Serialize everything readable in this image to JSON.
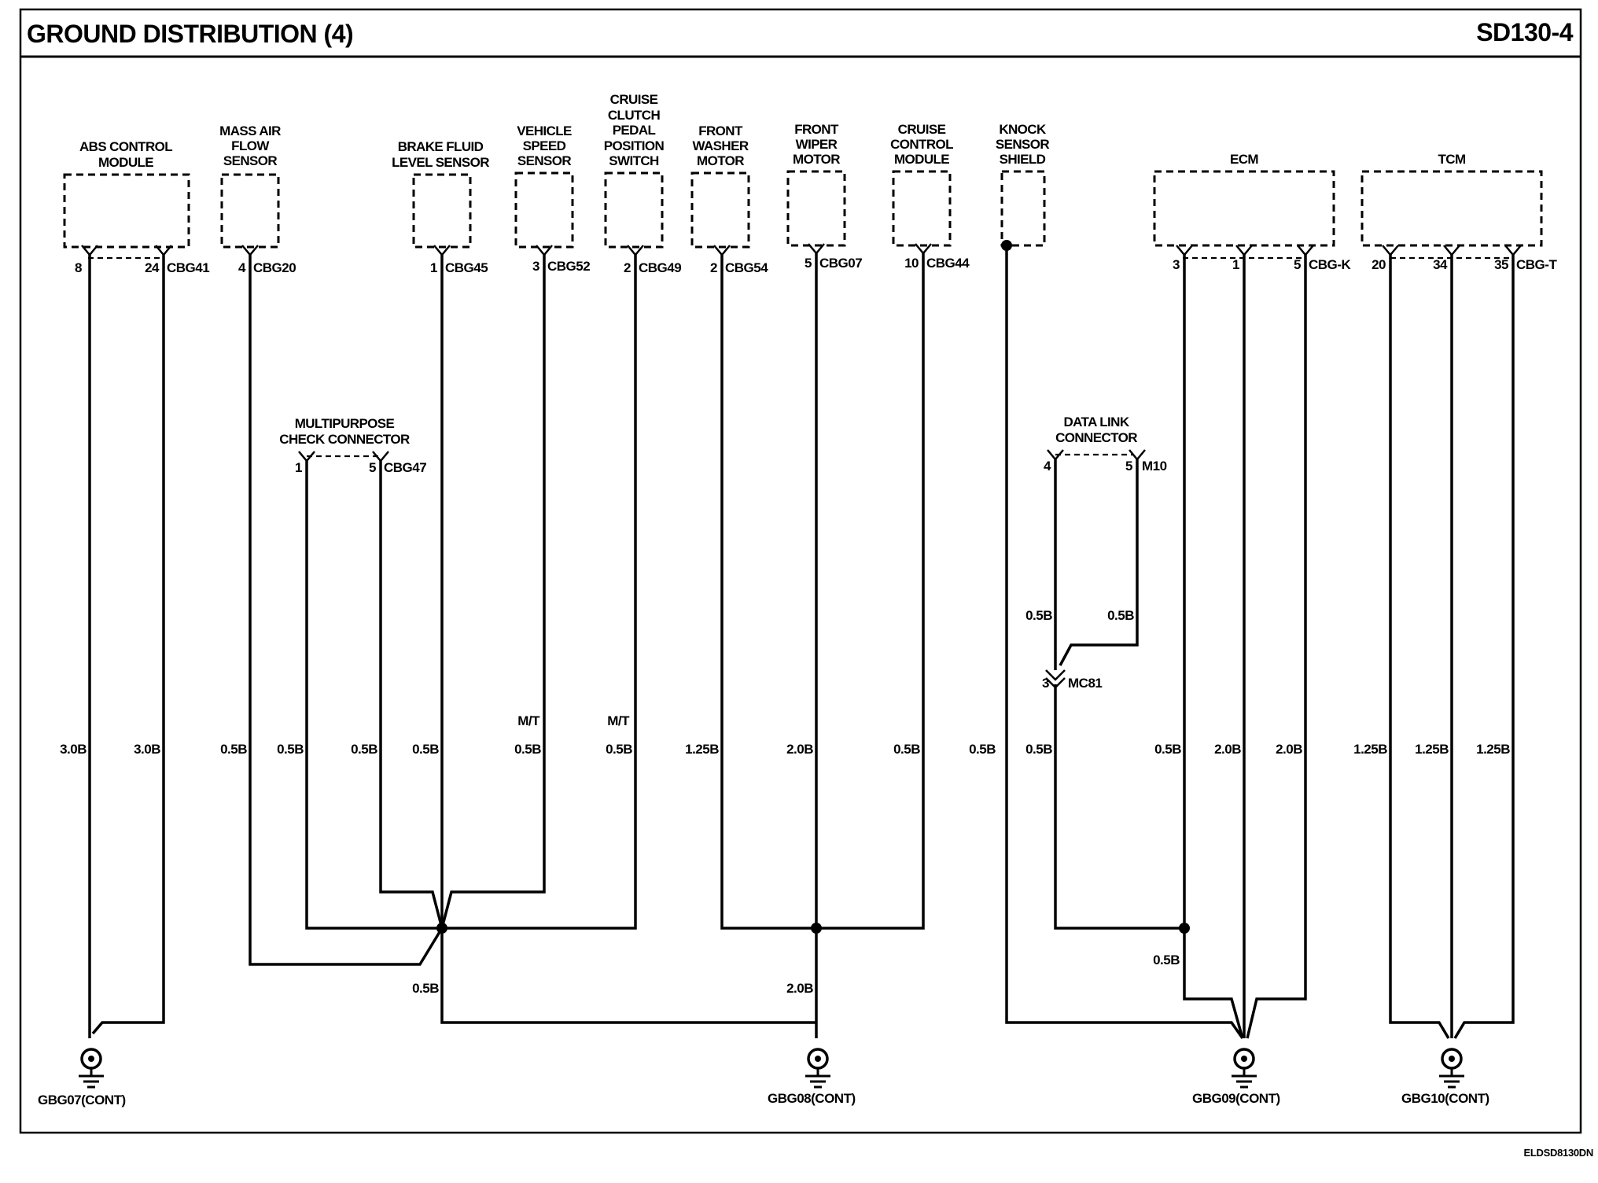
{
  "header": {
    "title": "GROUND DISTRIBUTION (4)",
    "code": "SD130-4"
  },
  "footer": {
    "image_code": "ELDSD8130DN"
  },
  "components": {
    "abs": [
      "ABS CONTROL",
      "MODULE"
    ],
    "maf": [
      "MASS AIR",
      "FLOW",
      "SENSOR"
    ],
    "brake": [
      "BRAKE FLUID",
      "LEVEL SENSOR"
    ],
    "vss": [
      "VEHICLE",
      "SPEED",
      "SENSOR"
    ],
    "cruise_sw": [
      "CRUISE",
      "CLUTCH",
      "PEDAL",
      "POSITION",
      "SWITCH"
    ],
    "washer": [
      "FRONT",
      "WASHER",
      "MOTOR"
    ],
    "wiper": [
      "FRONT",
      "WIPER",
      "MOTOR"
    ],
    "cruise_mod": [
      "CRUISE",
      "CONTROL",
      "MODULE"
    ],
    "knock": [
      "KNOCK",
      "SENSOR",
      "SHIELD"
    ],
    "ecm": [
      "ECM"
    ],
    "tcm": [
      "TCM"
    ],
    "mpcc": [
      "MULTIPURPOSE",
      "CHECK CONNECTOR"
    ],
    "dlc": [
      "DATA LINK",
      "CONNECTOR"
    ]
  },
  "connectors": {
    "abs": {
      "name": "CBG41",
      "pins": [
        "8",
        "24"
      ]
    },
    "maf": {
      "name": "CBG20",
      "pins": [
        "4"
      ]
    },
    "brake": {
      "name": "CBG45",
      "pins": [
        "1"
      ]
    },
    "vss": {
      "name": "CBG52",
      "pins": [
        "3"
      ]
    },
    "cruise_sw": {
      "name": "CBG49",
      "pins": [
        "2"
      ]
    },
    "washer": {
      "name": "CBG54",
      "pins": [
        "2"
      ]
    },
    "wiper": {
      "name": "CBG07",
      "pins": [
        "5"
      ]
    },
    "cruise_mod": {
      "name": "CBG44",
      "pins": [
        "10"
      ]
    },
    "ecm": {
      "name": "CBG-K",
      "pins": [
        "3",
        "1",
        "5"
      ]
    },
    "tcm": {
      "name": "CBG-T",
      "pins": [
        "20",
        "34",
        "35"
      ]
    },
    "mpcc": {
      "name": "CBG47",
      "pins": [
        "1",
        "5"
      ]
    },
    "dlc": {
      "name": "M10",
      "pins": [
        "4",
        "5"
      ]
    },
    "mc81": {
      "name": "MC81",
      "pins": [
        "3"
      ]
    }
  },
  "wire_specs": {
    "abs8": "3.0B",
    "abs24": "3.0B",
    "maf": "0.5B",
    "mpcc1": "0.5B",
    "mpcc5": "0.5B",
    "brake": "0.5B",
    "vss": "0.5B",
    "cruise_sw": "0.5B",
    "washer": "1.25B",
    "wiper": "2.0B",
    "cruise_mod": "0.5B",
    "knock": "0.5B",
    "dlc_main": "0.5B",
    "ecm3": "0.5B",
    "ecm1": "2.0B",
    "ecm5": "2.0B",
    "tcm20": "1.25B",
    "tcm34": "1.25B",
    "tcm35": "1.25B",
    "dlc4": "0.5B",
    "dlc5": "0.5B",
    "left_junction": "0.5B",
    "mid_junction": "2.0B",
    "ecm_junction": "0.5B"
  },
  "options": {
    "vss": "M/T",
    "cruise_sw": "M/T"
  },
  "grounds": {
    "g07": "GBG07(CONT)",
    "g08": "GBG08(CONT)",
    "g09": "GBG09(CONT)",
    "g10": "GBG10(CONT)"
  }
}
